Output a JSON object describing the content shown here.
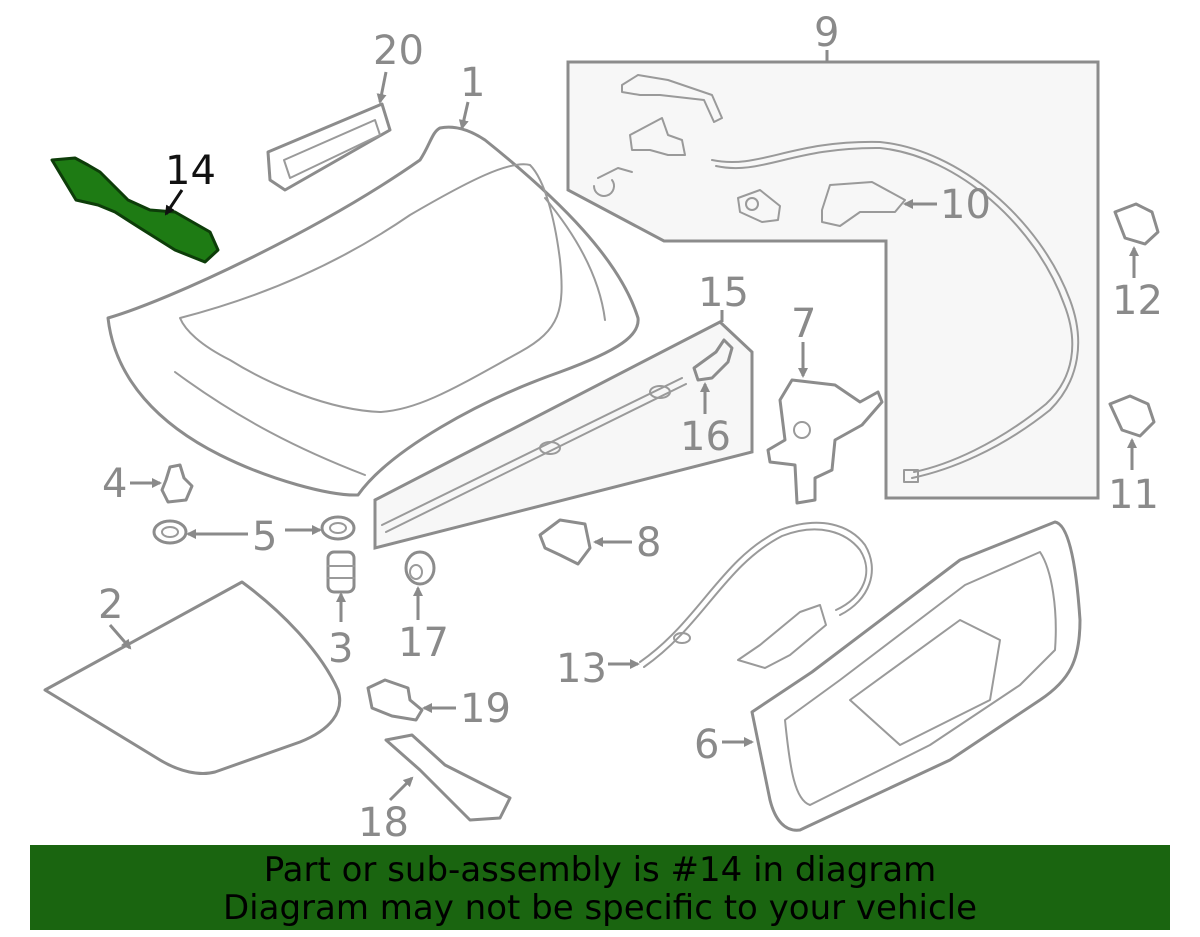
{
  "diagram": {
    "callouts": {
      "c1": "1",
      "c2": "2",
      "c3": "3",
      "c4": "4",
      "c5": "5",
      "c6": "6",
      "c7": "7",
      "c8": "8",
      "c9": "9",
      "c10": "10",
      "c11": "11",
      "c12": "12",
      "c13": "13",
      "c14": "14",
      "c15": "15",
      "c16": "16",
      "c17": "17",
      "c18": "18",
      "c19": "19",
      "c20": "20"
    },
    "highlight_color": "#1e7b14"
  },
  "banner": {
    "line1": "Part or sub-assembly is #14 in diagram",
    "line2": "Diagram may not be specific to your vehicle",
    "background": "#1a6510"
  }
}
